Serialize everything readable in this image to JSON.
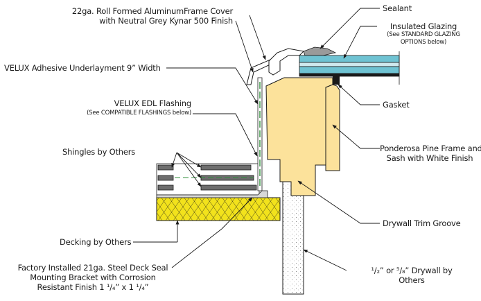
{
  "labels": {
    "frame_cover_line1": "22ga. Roll Formed AluminumFrame Cover",
    "frame_cover_line2": "with Neutral Grey Kynar 500 Finish",
    "underlayment": "VELUX Adhesive Underlayment 9” Width",
    "edl_flashing": "VELUX EDL Flashing",
    "edl_flashing_note": "(See COMPATIBLE FLASHINGS below)",
    "shingles": "Shingles by Others",
    "decking": "Decking by Others",
    "bracket_line1": "Factory Installed 21ga. Steel Deck Seal",
    "bracket_line2": "Mounting Bracket with Corrosion",
    "bracket_line3": "Resistant Finish 1 ¹/₄” x 1 ¹/₄”",
    "sealant": "Sealant",
    "glazing": "Insulated Glazing",
    "glazing_note_line1": "(See STANDARD GLAZING",
    "glazing_note_line2": "OPTIONS below)",
    "gasket": "Gasket",
    "frame_line1": "Ponderosa Pine Frame and",
    "frame_line2": "Sash with White Finish",
    "trim_groove": "Drywall Trim Groove",
    "drywall_line1": "¹/₂” or ⁵/₈” Drywall by",
    "drywall_line2": "Others"
  },
  "colors": {
    "wood": "#fce29b",
    "glass": "#6fc3d3",
    "decking": "#f2e21c",
    "shingle": "#6d6d6d",
    "sealant": "#9a9a9a",
    "flashing_green": "#2f8f3a",
    "line": "#1a1a1a"
  }
}
